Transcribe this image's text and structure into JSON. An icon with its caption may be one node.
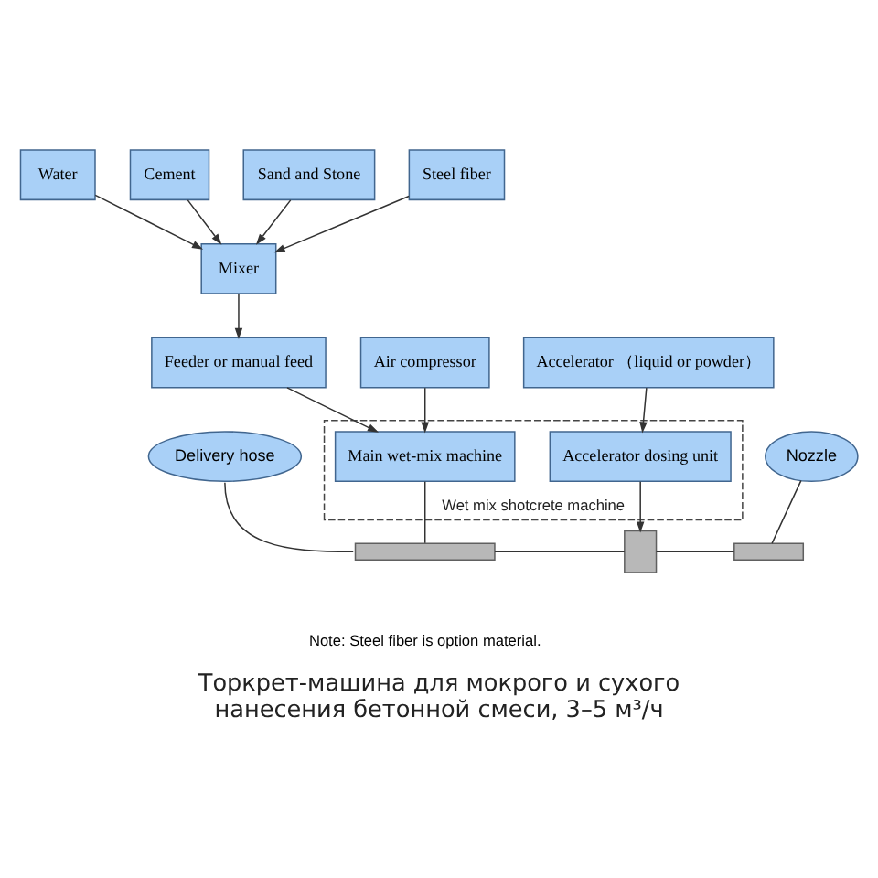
{
  "diagram": {
    "caption": "Торкрет-машина для мокрого и сухого нанесения бетонной смеси, 3–5 м³/ч",
    "nodes": [
      {
        "text": [
          "Water"
        ]
      },
      {
        "text": [
          "Cement"
        ]
      },
      {
        "text": [
          "Sand and Stone"
        ]
      },
      {
        "text": [
          "Steel fiber"
        ]
      },
      {
        "text": [
          "Mixer"
        ]
      },
      {
        "text": [
          "Feeder or manual feed"
        ]
      },
      {
        "text": [
          "Wet mix shotcrete machine"
        ]
      },
      {
        "text": [
          "Delivery hose"
        ]
      },
      {
        "text": [
          "Nozzle"
        ]
      },
      {
        "text": [
          "Air compressor"
        ]
      },
      {
        "text": [
          "Main wet-mix machine"
        ],
        "in": 6
      },
      {
        "text": [],
        "shape": "bar"
      },
      {
        "text": [],
        "shape": "box"
      },
      {
        "text": [],
        "shape": "bar"
      },
      {
        "text": [
          "Accelerator （liquid or powder）"
        ]
      },
      {
        "text": [
          "Accelerator dosing unit"
        ],
        "in": 6
      }
    ],
    "edges": [
      {
        "from": 0,
        "to": 4,
        "arrow": "to"
      },
      {
        "from": 1,
        "to": 4,
        "arrow": "to"
      },
      {
        "from": 2,
        "to": 4,
        "arrow": "to"
      },
      {
        "from": 3,
        "to": 4,
        "arrow": "to"
      },
      {
        "from": 4,
        "to": 5,
        "arrow": "to"
      },
      {
        "from": 5,
        "to": 10,
        "arrow": "to"
      },
      {
        "from": 9,
        "to": 10,
        "arrow": "to"
      },
      {
        "from": 10,
        "to": 11,
        "arrow": "none"
      },
      {
        "from": 11,
        "to": 12,
        "arrow": "none"
      },
      {
        "from": 12,
        "to": 13,
        "arrow": "none"
      },
      {
        "from": 14,
        "to": 15,
        "arrow": "to"
      },
      {
        "from": 15,
        "to": 12,
        "arrow": "to"
      },
      {
        "from": 7,
        "to": 11,
        "arrow": "none"
      },
      {
        "from": 8,
        "to": 13,
        "arrow": "none"
      }
    ],
    "labels": [
      "Note: Steel fiber is option material."
    ]
  }
}
